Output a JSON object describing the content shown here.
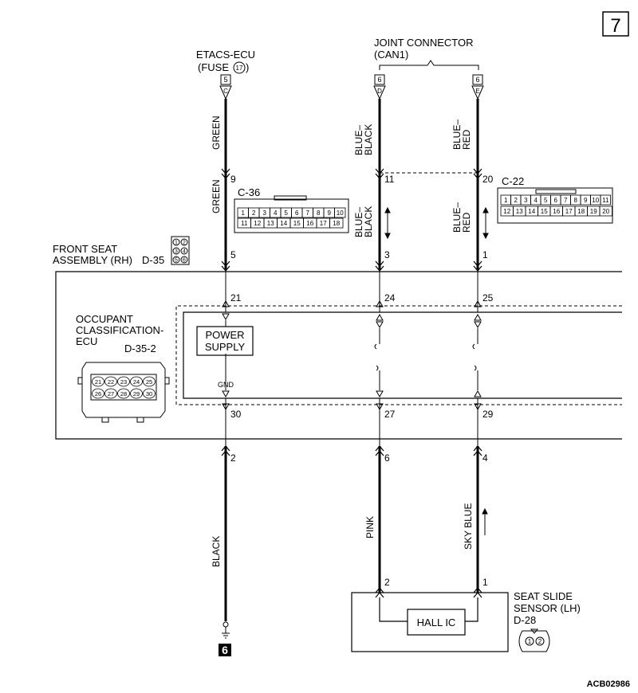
{
  "page_number": "7",
  "figure_id": "ACB02986",
  "etacs": {
    "name": "ETACS-ECU",
    "fuse_text": "(FUSE",
    "fuse_no": "17",
    "fuse_close": ")",
    "box": "5",
    "terminal": "C"
  },
  "joint_connector": {
    "name": "JOINT CONNECTOR",
    "sub": "(CAN1)",
    "left": {
      "box": "6",
      "terminal": "D"
    },
    "right": {
      "box": "6",
      "terminal": "E"
    }
  },
  "wires": {
    "green_top": "GREEN",
    "green_mid": "GREEN",
    "blue_black_top": "BLUE–\nBLACK",
    "blue_black_mid": "BLUE–\nBLACK",
    "blue_red_top": "BLUE–\nRED",
    "blue_red_mid": "BLUE–\nRED",
    "black": "BLACK",
    "pink": "PINK",
    "sky_blue": "SKY BLUE"
  },
  "pins": {
    "g_c36": "9",
    "g_d35": "5",
    "g_ecu": "21",
    "gnd_ecu": "30",
    "gnd_harness": "2",
    "bb_c22": "11",
    "bb_d35": "3",
    "bb_ecu": "24",
    "bb_ecu_bottom": "27",
    "bb_harness": "6",
    "bb_sensor": "2",
    "br_c22": "20",
    "br_d35": "1",
    "br_ecu": "25",
    "br_ecu_bottom": "29",
    "br_harness": "4",
    "br_sensor": "1"
  },
  "c36": {
    "id": "C-36",
    "row1": [
      "1",
      "2",
      "3",
      "4",
      "5",
      "6",
      "7",
      "8",
      "9",
      "10"
    ],
    "row2": [
      "11",
      "12",
      "13",
      "14",
      "15",
      "16",
      "17",
      "18"
    ]
  },
  "c22": {
    "id": "C-22",
    "row1": [
      "1",
      "2",
      "3",
      "4",
      "5",
      "6",
      "7",
      "8",
      "9",
      "10",
      "11"
    ],
    "row2": [
      "12",
      "13",
      "14",
      "15",
      "16",
      "17",
      "18",
      "19",
      "20"
    ]
  },
  "front_seat": {
    "line1": "FRONT SEAT",
    "line2": "ASSEMBLY (RH)",
    "connector": "D-35",
    "pins": [
      "1",
      "2",
      "3",
      "4",
      "5",
      "6"
    ]
  },
  "ecu": {
    "line1": "OCCUPANT",
    "line2": "CLASSIFICATION-",
    "line3": "ECU",
    "connector": "D-35-2",
    "row1": [
      "21",
      "22",
      "23",
      "24",
      "25"
    ],
    "row2": [
      "26",
      "27",
      "28",
      "29",
      "30"
    ],
    "power_supply_1": "POWER",
    "power_supply_2": "SUPPLY",
    "gnd": "GND"
  },
  "sensor": {
    "line1": "SEAT SLIDE",
    "line2": "SENSOR (LH)",
    "connector": "D-28",
    "hall": "HALL IC",
    "pins": [
      "1",
      "2"
    ]
  },
  "ground_no": "6"
}
